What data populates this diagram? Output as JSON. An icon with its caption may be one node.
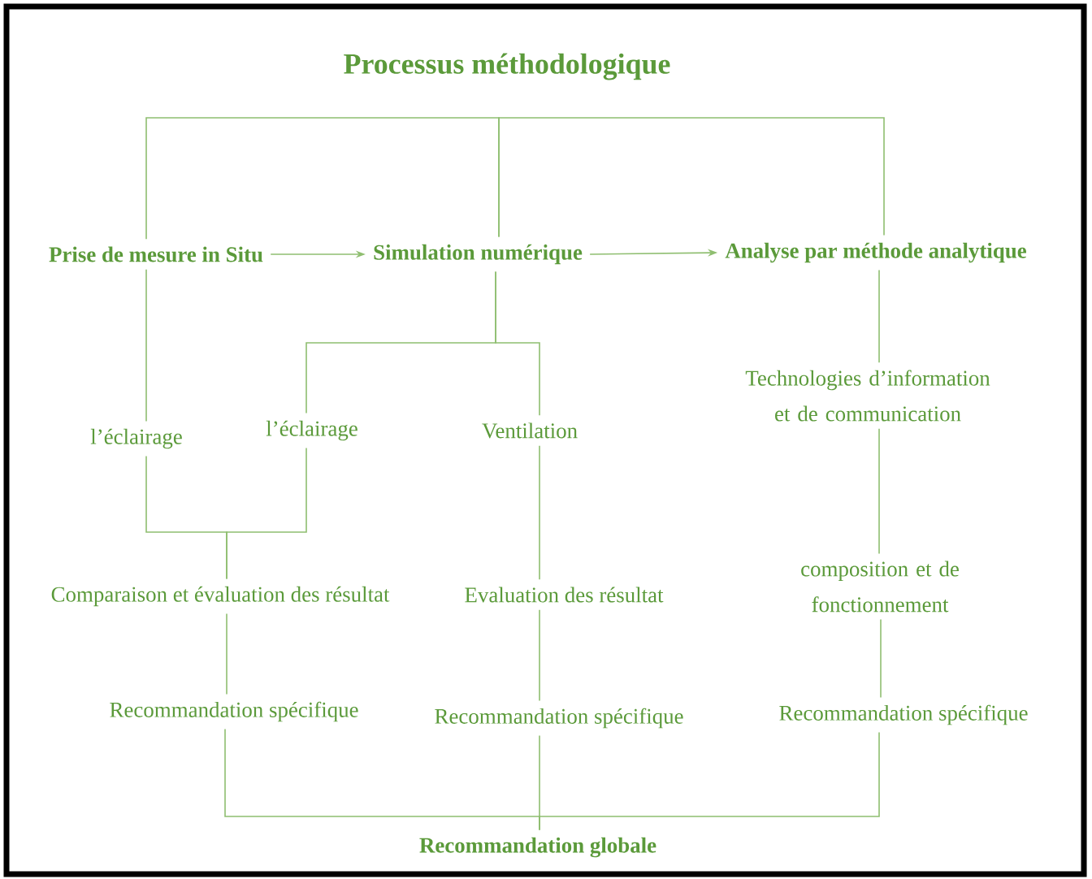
{
  "diagram": {
    "title": "Processus méthodologique",
    "nodes": [
      {
        "text": [
          "Prise de mesure in Situ"
        ]
      },
      {
        "text": [
          "Simulation numérique"
        ]
      },
      {
        "text": [
          "Analyse par méthode analytique"
        ]
      },
      {
        "text": [
          "l’éclairage"
        ]
      },
      {
        "text": [
          "l’éclairage"
        ]
      },
      {
        "text": [
          "Ventilation"
        ]
      },
      {
        "text": [
          "Technologies d’information et de communication"
        ]
      },
      {
        "text": [
          "Comparaison et évaluation des résultat"
        ]
      },
      {
        "text": [
          "Evaluation des résultat"
        ]
      },
      {
        "text": [
          "composition et de fonctionnement"
        ]
      },
      {
        "text": [
          "Recommandation spécifique"
        ]
      },
      {
        "text": [
          "Recommandation spécifique"
        ]
      },
      {
        "text": [
          "Recommandation spécifique"
        ]
      },
      {
        "text": [
          "Recommandation globale"
        ]
      }
    ],
    "edges": [
      {
        "from": 0,
        "to": 1,
        "arrow": "to"
      },
      {
        "from": 1,
        "to": 2,
        "arrow": "to"
      },
      {
        "from": 0,
        "to": 1,
        "arrow": "none"
      },
      {
        "from": 1,
        "to": 2,
        "arrow": "none"
      },
      {
        "from": 0,
        "to": 3,
        "arrow": "none"
      },
      {
        "from": 1,
        "to": 4,
        "arrow": "none"
      },
      {
        "from": 1,
        "to": 5,
        "arrow": "none"
      },
      {
        "from": 2,
        "to": 6,
        "arrow": "none"
      },
      {
        "from": 3,
        "to": 7,
        "arrow": "none"
      },
      {
        "from": 4,
        "to": 7,
        "arrow": "none"
      },
      {
        "from": 5,
        "to": 8,
        "arrow": "none"
      },
      {
        "from": 6,
        "to": 9,
        "arrow": "none"
      },
      {
        "from": 7,
        "to": 10,
        "arrow": "none"
      },
      {
        "from": 8,
        "to": 11,
        "arrow": "none"
      },
      {
        "from": 9,
        "to": 12,
        "arrow": "none"
      },
      {
        "from": 10,
        "to": 13,
        "arrow": "none"
      },
      {
        "from": 11,
        "to": 13,
        "arrow": "none"
      },
      {
        "from": 12,
        "to": 13,
        "arrow": "none"
      }
    ]
  }
}
